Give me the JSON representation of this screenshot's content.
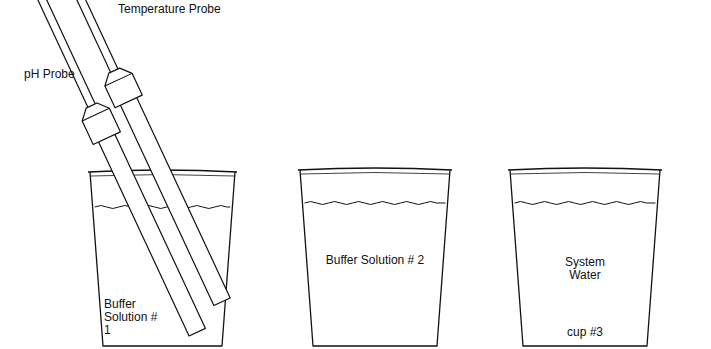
{
  "diagram": {
    "nodes": [
      {
        "text": [
          "Buffer Solution # 1"
        ]
      },
      {
        "text": [
          "Buffer Solution # 2"
        ]
      },
      {
        "text": [
          "System Water",
          "cup #3"
        ]
      }
    ],
    "labels": [
      "Temperature Probe",
      "pH Probe"
    ]
  }
}
